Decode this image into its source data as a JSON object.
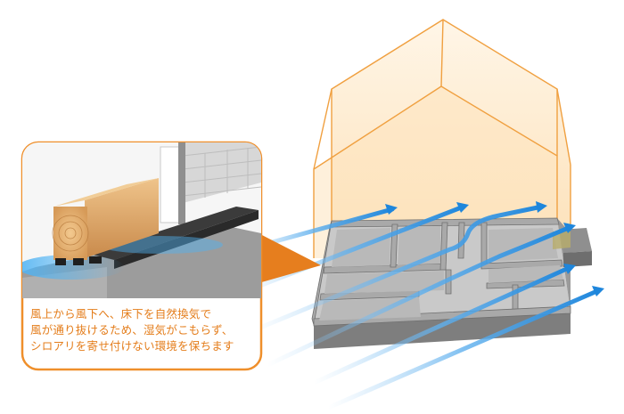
{
  "caption": {
    "lines": [
      "風上から風下へ、床下を自然換気で",
      "風が通り抜けるため、湿気がこもらず、",
      "シロアリを寄せ付けない環境を保ちます"
    ]
  },
  "colors": {
    "accent_orange": "#ef8f2b",
    "house_fill": "#fde6c4",
    "airflow_blue": "#2f8fe0",
    "foundation_gray": "#8d8d8d"
  }
}
